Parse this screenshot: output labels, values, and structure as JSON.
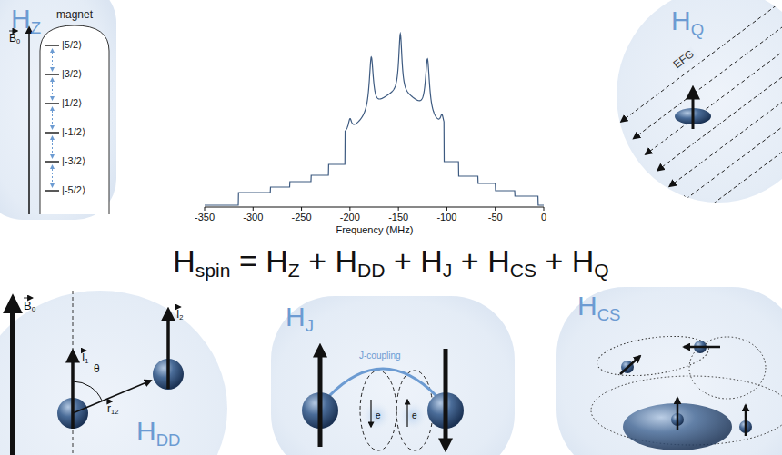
{
  "diagram": {
    "nodes": [
      {
        "text": [
          "HZ"
        ]
      },
      {
        "text": [
          "magnet",
          "|5/2⟩",
          "|3/2⟩",
          "|1/2⟩",
          "|-1/2⟩",
          "|-3/2⟩",
          "|-5/2⟩"
        ],
        "in": 0
      },
      {
        "text": [
          "HQ"
        ]
      },
      {
        "text": [
          "HDD"
        ]
      },
      {
        "text": [
          "HJ"
        ]
      },
      {
        "text": [
          "HCS"
        ]
      }
    ],
    "labels": [
      "B0",
      "-350",
      "-300",
      "-250",
      "-200",
      "-150",
      "-100",
      "-50",
      "0",
      "Frequency (MHz)",
      "EFG",
      "Hspin = HZ + HDD + HJ + HCS + HQ",
      "B0",
      "I1",
      "I2",
      "θ",
      "r12",
      "J-coupling",
      "e",
      "e"
    ]
  }
}
